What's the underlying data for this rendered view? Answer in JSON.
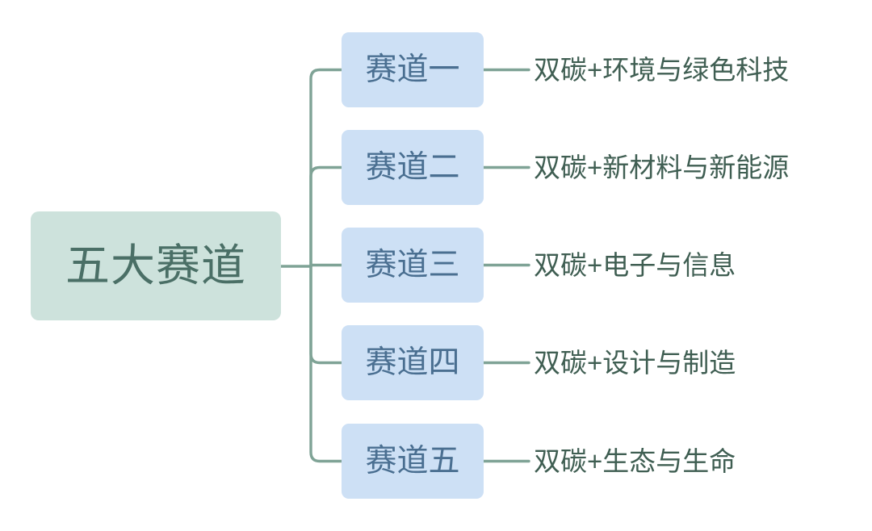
{
  "diagram": {
    "type": "mind-map",
    "title": "五大赛道",
    "orientation": "left-to-right",
    "root": {
      "label": "五大赛道",
      "fill": "#cde2dc",
      "text_color": "#4a6f66"
    },
    "style": {
      "branch_fill": "#cde0f5",
      "branch_text_color": "#4a6f91",
      "leaf_text_color": "#3f5e52",
      "connector_color": "#7fa396",
      "background": "#ffffff"
    },
    "branches": [
      {
        "label": "赛道一",
        "leaf": "双碳+环境与绿色科技"
      },
      {
        "label": "赛道二",
        "leaf": "双碳+新材料与新能源"
      },
      {
        "label": "赛道三",
        "leaf": "双碳+电子与信息"
      },
      {
        "label": "赛道四",
        "leaf": "双碳+设计与制造"
      },
      {
        "label": "赛道五",
        "leaf": "双碳+生态与生命"
      }
    ]
  }
}
